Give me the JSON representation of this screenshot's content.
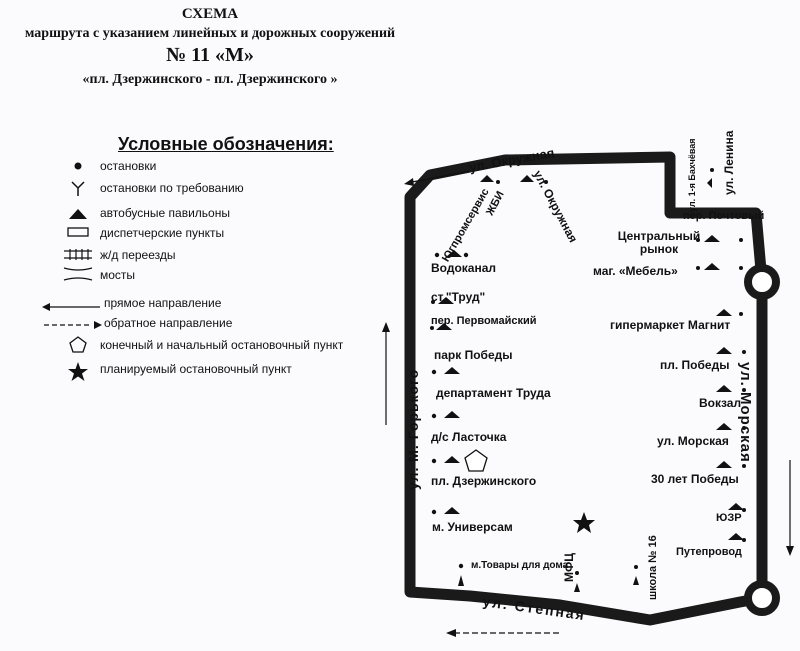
{
  "header": {
    "line1": "СХЕМА",
    "line2": "маршрута с указанием линейных и дорожных сооружений",
    "route": "№ 11 «М»",
    "endpoints": "«пл. Дзержинского - пл. Дзержинского »"
  },
  "legend": {
    "title": "Условные обозначения:",
    "items": {
      "stop": "остановки",
      "request_stop": "остановки по требованию",
      "pavilion": "автобусные павильоны",
      "dispatch": "диспетчерские пункты",
      "crossing": "ж/д переезды",
      "bridge": "мосты",
      "forward": "прямое направление",
      "backward": "обратное направление",
      "terminal": "конечный и начальный остановочный пункт",
      "planned": "планируемый остановочный пункт"
    }
  },
  "streets": {
    "okruzhnaya_top": "ул. Окружная",
    "okruzhnaya_diag": "ул. Окружная",
    "gorkogo": "ул. М. Горького",
    "morskaya": "ул. Морская",
    "stepnaya": "ул. Степная",
    "pervomayskaya": "ул. 1-я Бахчёвая",
    "lenina": "ул. Ленина",
    "pochtovy": "пер. Почтовый"
  },
  "stops": {
    "yugpromservis": "Югпромсервис",
    "zhbi": "ЖБИ",
    "vodokanal": "Водоканал",
    "trud": "ст.\"Труд\"",
    "pervomaysky": "пер. Первомайский",
    "park": "парк Победы",
    "department": "департамент Труда",
    "lastochka": "д/с Ласточка",
    "dzerzhinskogo": "пл. Дзержинского",
    "universam": "м. Универсам",
    "tovary": "м.Товары для дома",
    "mfc": "МФЦ",
    "school": "школа № 16",
    "central_market": "Центральный рынок",
    "mebel": "маг. «Мебель»",
    "magnit": "гипермаркет Магнит",
    "pl_pobedy": "пл. Победы",
    "vokzal": "Вокзал",
    "morskaya": "ул. Морская",
    "let30": "30 лет Победы",
    "yuzr": "ЮЗР",
    "puteprovod": "Путепровод"
  }
}
